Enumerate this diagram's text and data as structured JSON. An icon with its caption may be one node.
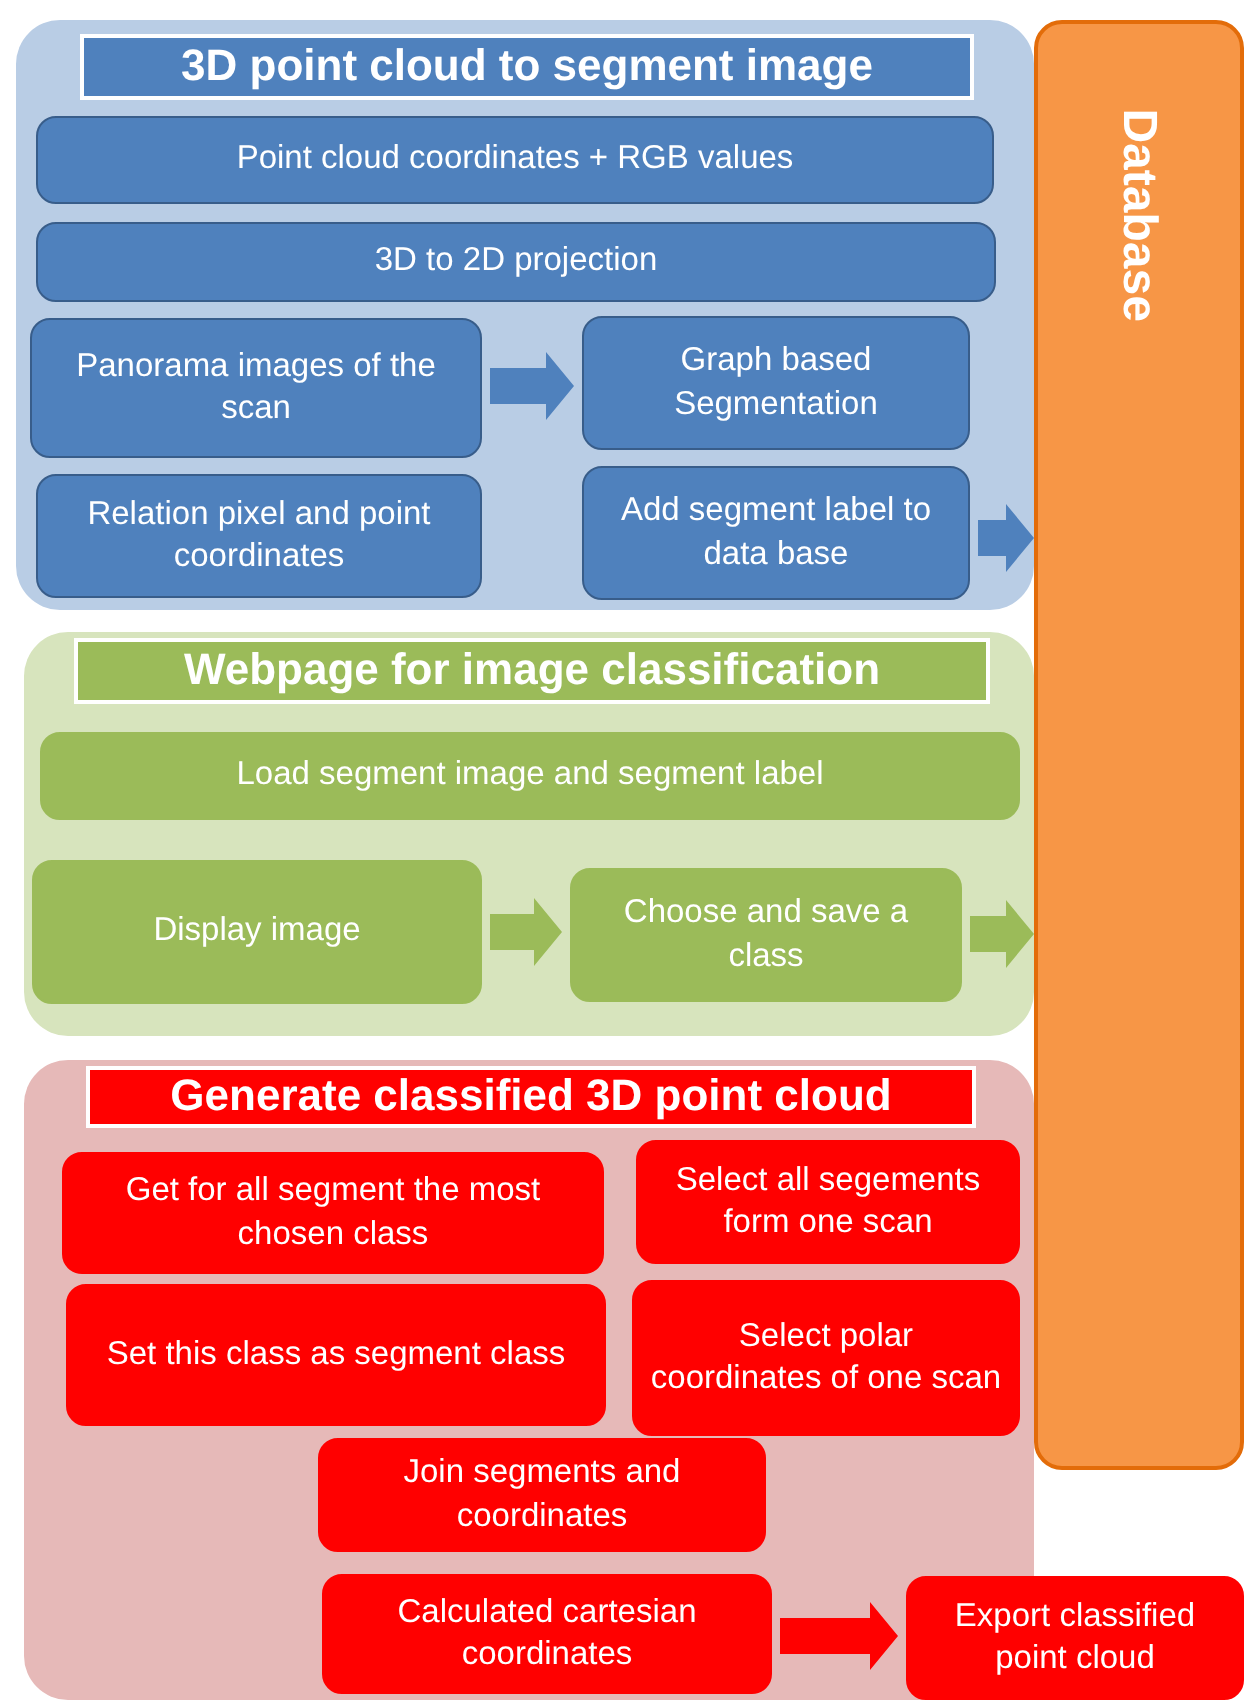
{
  "diagram": {
    "nodes": [
      {
        "text": [
          "3D point cloud to segment image"
        ]
      },
      {
        "text": [
          "Point cloud coordinates + RGB values"
        ],
        "in": 0
      },
      {
        "text": [
          "3D to 2D projection"
        ],
        "in": 0
      },
      {
        "text": [
          "Panorama images of the scan"
        ],
        "in": 0
      },
      {
        "text": [
          "Graph based Segmentation"
        ],
        "in": 0
      },
      {
        "text": [
          "Relation pixel and point coordinates"
        ],
        "in": 0
      },
      {
        "text": [
          "Add segment label to data base"
        ],
        "in": 0
      },
      {
        "text": [
          "Database"
        ]
      },
      {
        "text": [
          "Webpage for image classification"
        ]
      },
      {
        "text": [
          "Load segment image and segment label"
        ],
        "in": 8
      },
      {
        "text": [
          "Display image"
        ],
        "in": 8
      },
      {
        "text": [
          "Choose and save a class"
        ],
        "in": 8
      },
      {
        "text": [
          "Generate classified 3D point cloud"
        ]
      },
      {
        "text": [
          "Get for all segment the most chosen class"
        ],
        "in": 12
      },
      {
        "text": [
          "Select all segements form one scan"
        ],
        "in": 12
      },
      {
        "text": [
          "Set this class as segment class"
        ],
        "in": 12
      },
      {
        "text": [
          "Select polar coordinates of one scan"
        ],
        "in": 12
      },
      {
        "text": [
          "Join segments and coordinates"
        ],
        "in": 12
      },
      {
        "text": [
          "Calculated cartesian coordinates"
        ],
        "in": 12
      },
      {
        "text": [
          "Export  classified point cloud"
        ]
      }
    ],
    "edges": [
      {
        "from": 3,
        "to": 4,
        "arrow": "to",
        "style": "thick",
        "color": "#4f81bd"
      },
      {
        "from": 6,
        "to": 7,
        "arrow": "to",
        "style": "thick",
        "color": "#4f81bd"
      },
      {
        "from": 10,
        "to": 11,
        "arrow": "to",
        "style": "thick",
        "color": "#9bbb59"
      },
      {
        "from": 11,
        "to": 7,
        "arrow": "to",
        "style": "thick",
        "color": "#9bbb59"
      },
      {
        "from": 18,
        "to": 19,
        "arrow": "to",
        "style": "thick",
        "color": "#ff0000"
      }
    ]
  }
}
